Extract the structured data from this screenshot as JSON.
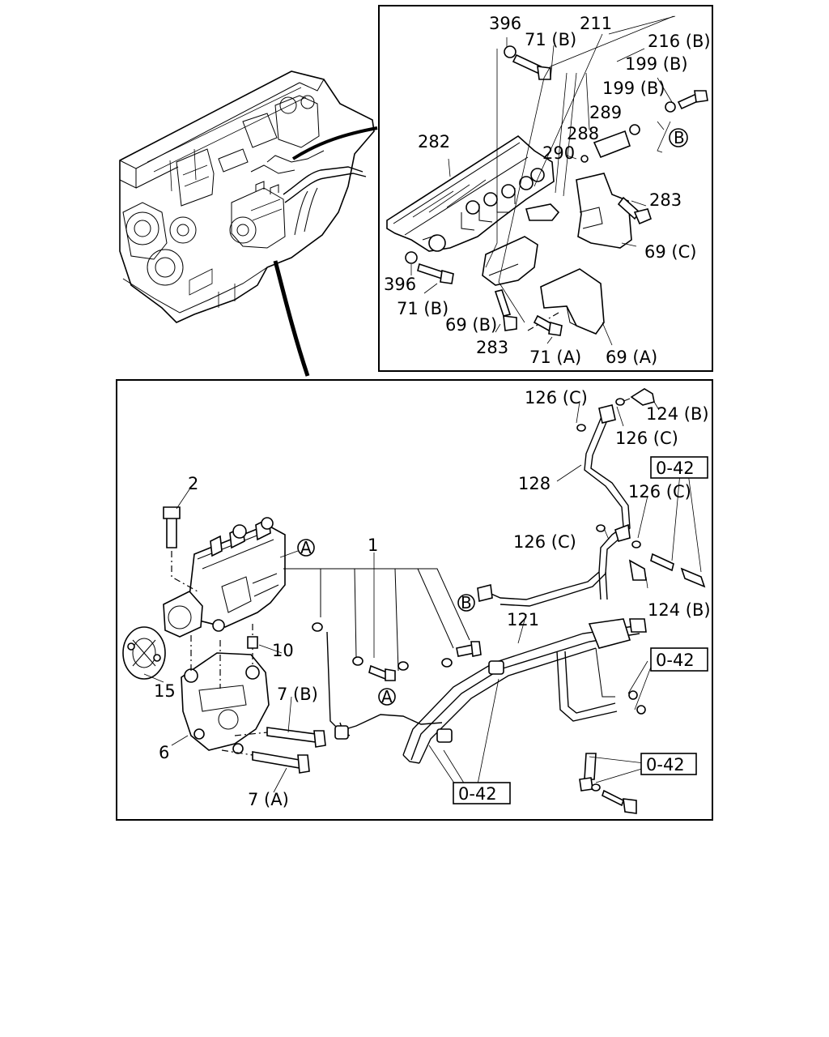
{
  "top_panel": {
    "labels": {
      "l396a": "396",
      "l71b_top": "71 (B)",
      "l211": "211",
      "l216b": "216 (B)",
      "l199b_1": "199 (B)",
      "l199b_2": "199 (B)",
      "l289": "289",
      "l288": "288",
      "l290": "290",
      "l282": "282",
      "l283_r": "283",
      "l69c": "69 (C)",
      "l396b": "396",
      "l71b_bot": "71 (B)",
      "l69b": "69 (B)",
      "l283_b": "283",
      "l71a": "71 (A)",
      "l69a": "69 (A)",
      "circleB": "B"
    }
  },
  "bottom_panel": {
    "labels": {
      "l126c_1": "126 (C)",
      "l124b_1": "124 (B)",
      "l126c_2": "126 (C)",
      "l128": "128",
      "l126c_3": "126 (C)",
      "l126c_4": "126 (C)",
      "l124b_2": "124 (B)",
      "l2": "2",
      "l1": "1",
      "l10": "10",
      "l15": "15",
      "l7b": "7 (B)",
      "l6": "6",
      "l7a": "7 (A)",
      "l121": "121",
      "circleA_1": "A",
      "circleA_2": "A",
      "circleB": "B"
    },
    "refs": {
      "r1": "0-42",
      "r2": "0-42",
      "r3": "0-42",
      "r4": "0-42"
    }
  }
}
